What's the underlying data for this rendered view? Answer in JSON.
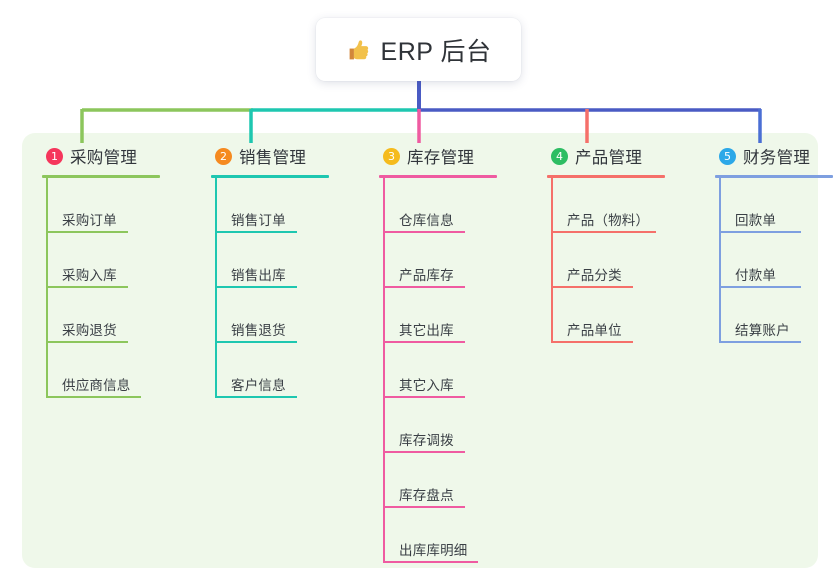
{
  "diagram": {
    "type": "mind-map",
    "root": {
      "icon": "thumbs-up-icon",
      "title": "ERP 后台"
    },
    "panel_color": "#eff8ea",
    "root_stem_color": "#4a5bc4",
    "branches": [
      {
        "index": "1",
        "title": "采购管理",
        "badge_color": "#f5365c",
        "line_color": "#8cc65c",
        "rule_width": 118,
        "items": [
          {
            "label": "采购订单",
            "rule_width": 82
          },
          {
            "label": "采购入库",
            "rule_width": 82
          },
          {
            "label": "采购退货",
            "rule_width": 82
          },
          {
            "label": "供应商信息",
            "rule_width": 95
          }
        ]
      },
      {
        "index": "2",
        "title": "销售管理",
        "badge_color": "#f58a20",
        "line_color": "#1ec7b0",
        "rule_width": 118,
        "items": [
          {
            "label": "销售订单",
            "rule_width": 82
          },
          {
            "label": "销售出库",
            "rule_width": 82
          },
          {
            "label": "销售退货",
            "rule_width": 82
          },
          {
            "label": "客户信息",
            "rule_width": 82
          }
        ]
      },
      {
        "index": "3",
        "title": "库存管理",
        "badge_color": "#f5bb1d",
        "line_color": "#ef5ba1",
        "rule_width": 118,
        "items": [
          {
            "label": "仓库信息",
            "rule_width": 82
          },
          {
            "label": "产品库存",
            "rule_width": 82
          },
          {
            "label": "其它出库",
            "rule_width": 82
          },
          {
            "label": "其它入库",
            "rule_width": 82
          },
          {
            "label": "库存调拨",
            "rule_width": 82
          },
          {
            "label": "库存盘点",
            "rule_width": 82
          },
          {
            "label": "出库库明细",
            "rule_width": 95
          }
        ]
      },
      {
        "index": "4",
        "title": "产品管理",
        "badge_color": "#2dbd63",
        "line_color": "#f5706a",
        "rule_width": 118,
        "items": [
          {
            "label": "产品（物料）",
            "rule_width": 105
          },
          {
            "label": "产品分类",
            "rule_width": 82
          },
          {
            "label": "产品单位",
            "rule_width": 82
          }
        ]
      },
      {
        "index": "5",
        "title": "财务管理",
        "badge_color": "#2ca8e8",
        "line_color": "#7e9fe0",
        "rule_width": 118,
        "items": [
          {
            "label": "回款单",
            "rule_width": 82
          },
          {
            "label": "付款单",
            "rule_width": 82
          },
          {
            "label": "结算账户",
            "rule_width": 82
          }
        ]
      }
    ]
  }
}
